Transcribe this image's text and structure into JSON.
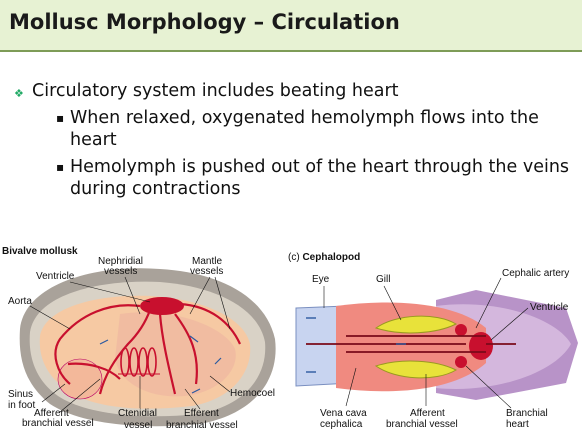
{
  "slide": {
    "title": "Mollusc Morphology – Circulation",
    "bullets": [
      {
        "text": "Circulatory system includes beating heart"
      },
      {
        "text": "When relaxed, oxygenated hemolymph flows into the heart"
      },
      {
        "text": "Hemolymph is pushed out of the heart through the veins during contractions"
      }
    ]
  },
  "figures": {
    "bivalve": {
      "title": "Bivalve mollusk",
      "labels": {
        "nephridial": [
          "Nephridial",
          "vessels"
        ],
        "mantle": [
          "Mantle",
          "vessels"
        ],
        "ventricle": "Ventricle",
        "aorta": "Aorta",
        "sinus": [
          "Sinus",
          "in foot"
        ],
        "afferent": [
          "Afferent",
          "branchial vessel"
        ],
        "ctenidial": [
          "Ctenidial",
          "vessel"
        ],
        "efferent": [
          "Efferent",
          "branchial vessel"
        ],
        "hemocoel": "Hemocoel"
      }
    },
    "cephalopod": {
      "prefix": "(c) ",
      "title": "Cephalopod",
      "labels": {
        "eye": "Eye",
        "gill": "Gill",
        "cephalic_artery": "Cephalic artery",
        "ventricle": "Ventricle",
        "vena_cava": [
          "Vena cava",
          "cephalica"
        ],
        "afferent": [
          "Afferent",
          "branchial vessel"
        ],
        "branchial_heart": [
          "Branchial",
          "heart"
        ]
      }
    }
  },
  "colors": {
    "title_bg": "#e7f2d3",
    "title_rule": "#7e9c57",
    "vessel_red": "#c8102e",
    "shell": "#a9a29a",
    "body_peach": "#f6c9a3",
    "gill_yellow": "#e8e23a",
    "ceph_purple": "#b893c8"
  }
}
